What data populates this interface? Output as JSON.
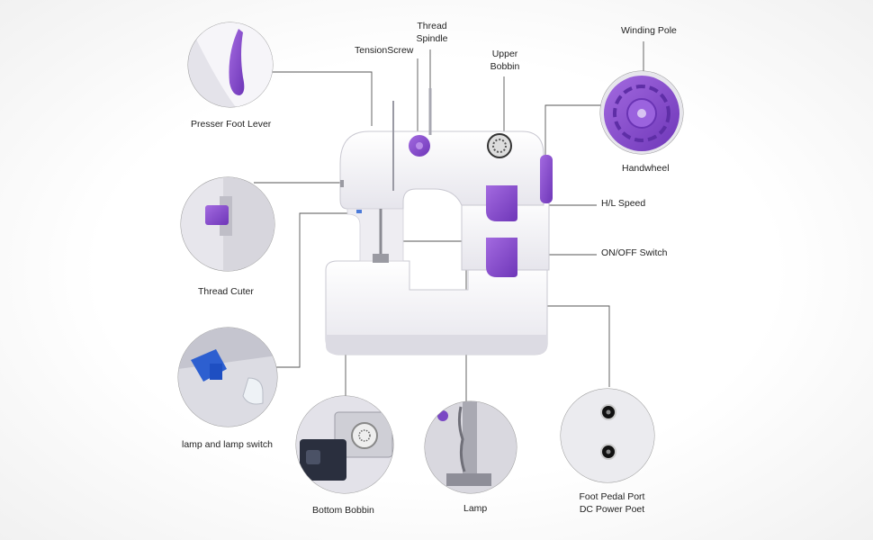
{
  "labels": {
    "presser_foot_lever": "Presser Foot Lever",
    "thread_cutter": "Thread Cuter",
    "lamp_switch": "lamp and lamp switch",
    "bottom_bobbin": "Bottom Bobbin",
    "lamp": "Lamp",
    "foot_pedal_port": "Foot Pedal Port",
    "dc_power_port": "DC Power Poet",
    "on_off_switch": "ON/OFF Switch",
    "hl_speed": "H/L Speed",
    "handwheel": "Handwheel",
    "winding_pole": "Winding Pole",
    "upper_bobbin_line1": "Upper",
    "upper_bobbin_line2": "Bobbin",
    "thread_spindle_line1": "Thread",
    "thread_spindle_line2": "Spindle",
    "tension_screw": "TensionScrew"
  },
  "colors": {
    "accent_purple": "#8a4fd0",
    "machine_white": "#f4f3f7",
    "machine_shadow": "#d9d8df",
    "leader_line": "#555555"
  }
}
